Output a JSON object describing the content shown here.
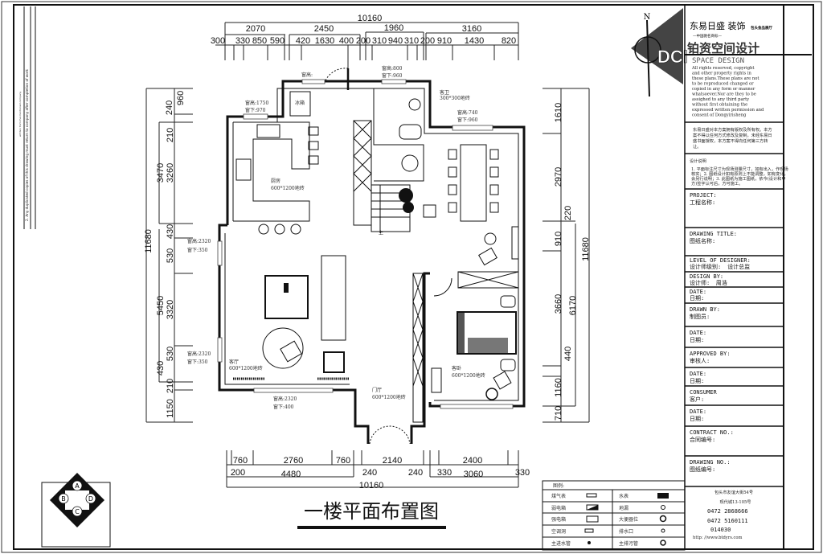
{
  "drawing_title": "一楼平面布置图",
  "side_note": {
    "line1": "written from the mentioned company",
    "line2": "2. Any duplicated copies of this drawing must return to company after completion of work"
  },
  "north_label": "N",
  "key_plan": [
    "A",
    "B",
    "C",
    "D"
  ],
  "dims": {
    "top_total": "10160",
    "top_mid": [
      "2070",
      "2450",
      "1960",
      "3160"
    ],
    "top_fine": [
      "300",
      "330",
      "850",
      "590",
      "420",
      "1630",
      "400",
      "200",
      "310",
      "940",
      "310",
      "200",
      "910",
      "1430",
      "820"
    ],
    "left_total": "11680",
    "left_mid": [
      "3470",
      "5450"
    ],
    "left_fine": [
      "240",
      "960",
      "210",
      "3260",
      "430",
      "530",
      "3320",
      "430",
      "530",
      "210",
      "1150"
    ],
    "right_total": "11680",
    "right_mid": "6170",
    "right_fine": [
      "1610",
      "2970",
      "220",
      "910",
      "3660",
      "440",
      "1160",
      "710"
    ],
    "bottom_total": "10160",
    "bottom_row1": [
      "760",
      "2760",
      "760",
      "2140",
      "2400"
    ],
    "bottom_row2": [
      "200",
      "4480",
      "240",
      "240",
      "330",
      "3060",
      "330"
    ]
  },
  "rooms": {
    "kitchen": {
      "name": "厨房",
      "floor": "600*1200地砖"
    },
    "bath": {
      "name": "客卫",
      "floor": "300*300地砖"
    },
    "living": {
      "name": "客厅",
      "floor": "600*1200地砖"
    },
    "foyer": {
      "name": "门厅",
      "floor": "600*1200地砖"
    },
    "bedroom": {
      "name": "客卧",
      "floor": "600*1200地砖"
    },
    "fridge": "冰箱",
    "stair_up": "上"
  },
  "windows": {
    "w_top_left": "窗高:",
    "w_top_bath": [
      "窗高:800",
      "窗下:960"
    ],
    "w_kitchen": [
      "窗高:1750",
      "窗下:970"
    ],
    "w_dining": [
      "窗高:740",
      "窗下:960"
    ],
    "w_living_1": [
      "窗高:2320",
      "窗下:350"
    ],
    "w_living_2": [
      "窗高:2320",
      "窗下:350"
    ],
    "w_living_bottom": [
      "窗高:2320",
      "窗下:400"
    ]
  },
  "legend": {
    "title": "图例:",
    "left": [
      "煤气表",
      "弱电箱",
      "强电箱",
      "空调洞",
      "主进水管"
    ],
    "right": [
      "水表",
      "地漏",
      "大便器位",
      "排水口",
      "主排污管"
    ]
  },
  "title_block": {
    "company": "东易日盛 装饰",
    "company_tag": "包头金品展厅",
    "brand_sub": "—中国驰名商标—",
    "studio": "铂资空间设计",
    "studio_en": "SPACE DESIGN",
    "copyright": [
      "All rights reserved, copyright",
      "and other property rights in",
      "these plans.These plans are not",
      "to be reproduced changed or",
      "copied in any form or manner",
      "whatsoever.Nor are they  to be",
      "assighed to any third party",
      "without first obtaining the",
      "expressed written permission and",
      "consent of Dongyirisheng"
    ],
    "notice": [
      "东易日盛对本方案拥有版权及所有权。本方",
      "案不得以任何方式修改及复制，未经东易日",
      "盛书面授权，本方案不得向任何第三方转",
      "让。"
    ],
    "design_note_title": "设计说明",
    "design_note": [
      "1. 平面标注尺寸为现场测量尺寸，如有出入，作现场",
      "核实；2. 图纸设计如有原则上不能调整，如有变化，",
      "会另行说明；3. 此图纸为施工图纸，依今(设计和甲",
      "方)签字认可后，方可施工。"
    ],
    "fields": [
      {
        "en": "PROJECT:",
        "cn": "工程名称:",
        "value": ""
      },
      {
        "en": "DRAWING TITLE:",
        "cn": "图纸名称:",
        "value": ""
      },
      {
        "en": "LEVEL OF DESIGNER:",
        "cn": "设计师级别:",
        "value": "设计总监"
      },
      {
        "en": "DESIGN BY:",
        "cn": "设计师:",
        "value": "周浩"
      },
      {
        "en": "DATE:",
        "cn": "日期:",
        "value": ""
      },
      {
        "en": "DRAWN BY:",
        "cn": "制图员:",
        "value": ""
      },
      {
        "en": "DATE:",
        "cn": "日期:",
        "value": ""
      },
      {
        "en": "APPROVED BY:",
        "cn": "审核人:",
        "value": ""
      },
      {
        "en": "DATE:",
        "cn": "日期:",
        "value": ""
      },
      {
        "en": "CONSUMER",
        "cn": "客户:",
        "value": ""
      },
      {
        "en": "DATE:",
        "cn": "日期:",
        "value": ""
      },
      {
        "en": "CONTRACT NO.:",
        "cn": "合同编号:",
        "value": ""
      },
      {
        "en": "DRAWING NO.:",
        "cn": "图纸编号:",
        "value": ""
      }
    ],
    "address": [
      "包头市友谊大街54号",
      "现代城13-105号",
      "0472   2868666",
      "0472   5160111",
      "014030",
      "http: //www.btdyrs.com"
    ]
  }
}
